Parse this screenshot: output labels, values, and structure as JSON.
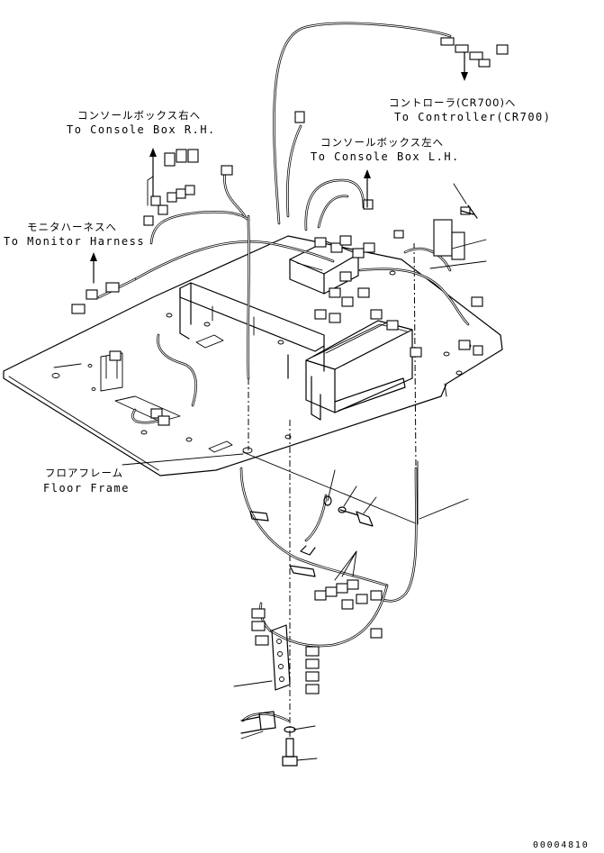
{
  "labels": {
    "controller": {
      "jp": "コントローラ(CR700)へ",
      "en": "To Controller(CR700)"
    },
    "console_rh": {
      "jp": "コンソールボックス右へ",
      "en": "To Console Box R.H."
    },
    "console_lh": {
      "jp": "コンソールボックス左へ",
      "en": "To Console Box L.H."
    },
    "monitor": {
      "jp": "モニタハーネスへ",
      "en": "To Monitor Harness"
    },
    "floor": {
      "jp": "フロアフレーム",
      "en": "Floor Frame"
    }
  },
  "drawing_number": "00004810"
}
